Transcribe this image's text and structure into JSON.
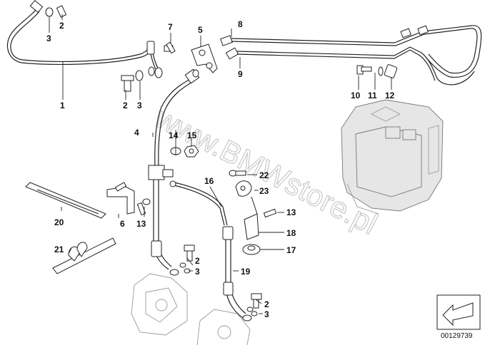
{
  "diagram": {
    "watermark": "www.BMWstore.pl",
    "reference_number": "00129739",
    "callouts": [
      {
        "id": "c1",
        "text": "1"
      },
      {
        "id": "c2a",
        "text": "2"
      },
      {
        "id": "c3a",
        "text": "3"
      },
      {
        "id": "c2b",
        "text": "2"
      },
      {
        "id": "c3b",
        "text": "3"
      },
      {
        "id": "c2c",
        "text": "2"
      },
      {
        "id": "c3c",
        "text": "3"
      },
      {
        "id": "c2d",
        "text": "2"
      },
      {
        "id": "c3d",
        "text": "3"
      },
      {
        "id": "c4",
        "text": "4"
      },
      {
        "id": "c5",
        "text": "5"
      },
      {
        "id": "c6",
        "text": "6"
      },
      {
        "id": "c7",
        "text": "7"
      },
      {
        "id": "c8",
        "text": "8"
      },
      {
        "id": "c9",
        "text": "9"
      },
      {
        "id": "c10",
        "text": "10"
      },
      {
        "id": "c11",
        "text": "11"
      },
      {
        "id": "c12",
        "text": "12"
      },
      {
        "id": "c13a",
        "text": "13"
      },
      {
        "id": "c13b",
        "text": "13"
      },
      {
        "id": "c14",
        "text": "14"
      },
      {
        "id": "c15",
        "text": "15"
      },
      {
        "id": "c16",
        "text": "16"
      },
      {
        "id": "c17",
        "text": "17"
      },
      {
        "id": "c18",
        "text": "18"
      },
      {
        "id": "c19",
        "text": "19"
      },
      {
        "id": "c20",
        "text": "20"
      },
      {
        "id": "c21",
        "text": "21"
      },
      {
        "id": "c22",
        "text": "22"
      },
      {
        "id": "c23",
        "text": "23"
      }
    ]
  }
}
